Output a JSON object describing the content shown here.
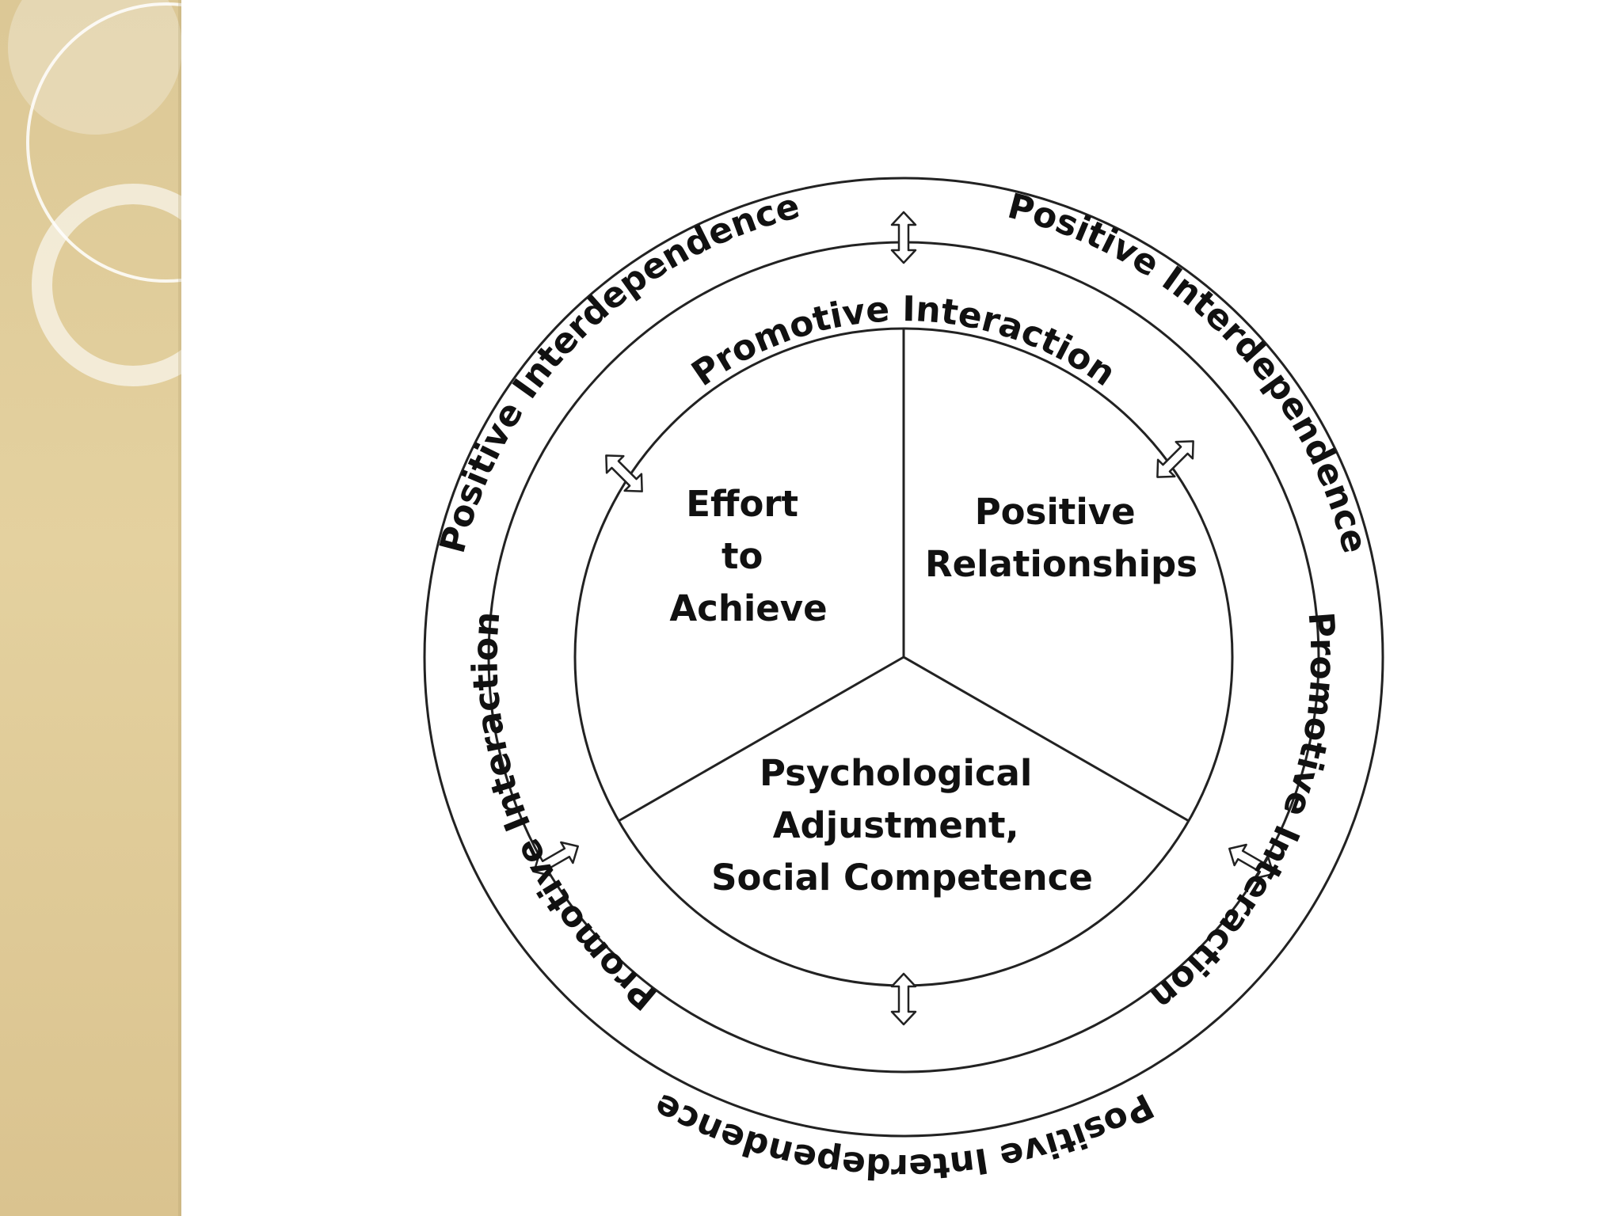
{
  "diagram": {
    "outer_ring": {
      "top_left": "Positive Interdependence",
      "top_right": "Positive Interdependence",
      "bottom": "Positive Interdependence"
    },
    "middle_ring": {
      "top": "Promotive Interaction",
      "left": "Promotive Interaction",
      "right": "Promotive Interaction"
    },
    "sections": {
      "effort": [
        "Effort",
        "to",
        "Achieve"
      ],
      "relationships": [
        "Positive",
        "Relationships"
      ],
      "psychological": [
        "Psychological",
        "Adjustment,",
        "Social Competence"
      ]
    }
  },
  "colors": {
    "sidebar": "#e0cc98",
    "lines": "#222222",
    "background": "#ffffff"
  },
  "icons": [
    "double-arrow-icon"
  ]
}
